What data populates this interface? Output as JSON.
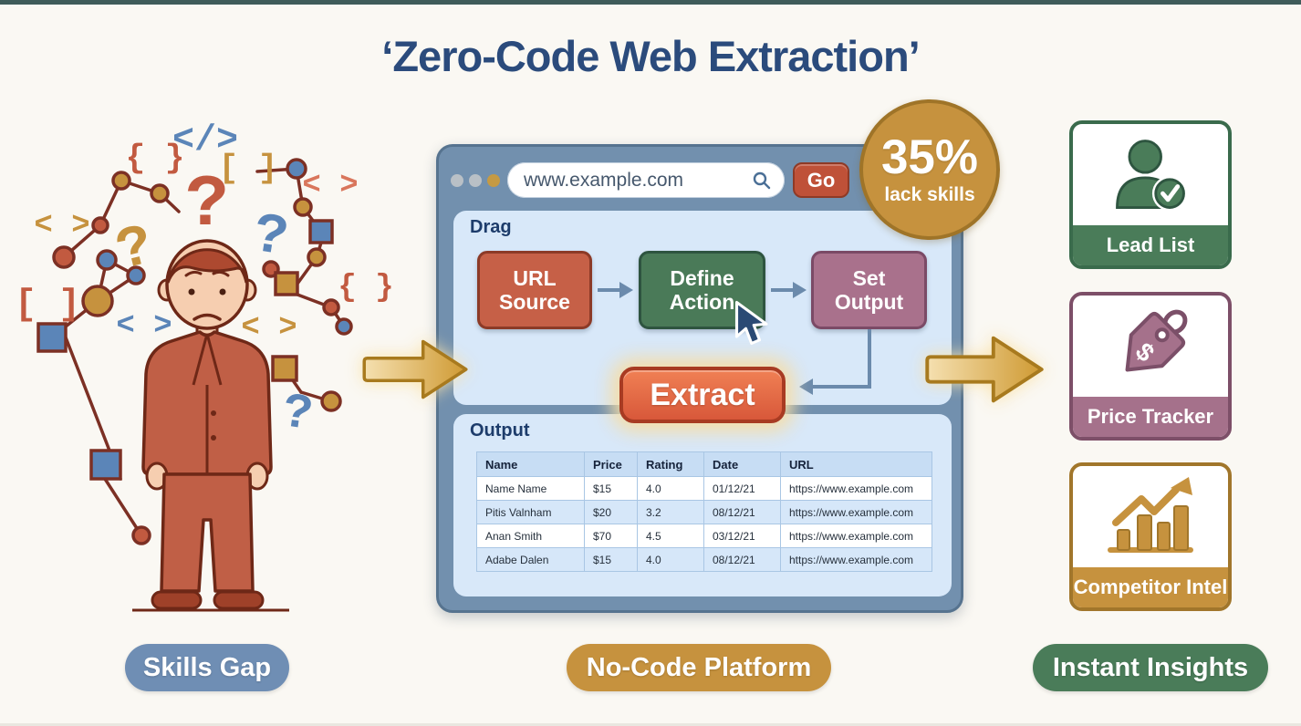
{
  "title": "‘Zero-Code Web Extraction’",
  "badge": {
    "value": "35%",
    "caption": "lack skills"
  },
  "browser": {
    "url": "www.example.com",
    "go_label": "Go",
    "drag_title": "Drag",
    "flow_steps": [
      "URL Source",
      "Define Action",
      "Set Output"
    ],
    "extract_label": "Extract",
    "output_title": "Output",
    "table": {
      "columns": [
        "Name",
        "Price",
        "Rating",
        "Date",
        "URL"
      ],
      "rows": [
        [
          "Name Name",
          "$15",
          "4.0",
          "01/12/21",
          "https://www.example.com"
        ],
        [
          "Pitis Valnham",
          "$20",
          "3.2",
          "08/12/21",
          "https://www.example.com"
        ],
        [
          "Anan Smith",
          "$70",
          "4.5",
          "03/12/21",
          "https://www.example.com"
        ],
        [
          "Adabe Dalen",
          "$15",
          "4.0",
          "08/12/21",
          "https://www.example.com"
        ]
      ]
    }
  },
  "stages": {
    "left": "Skills Gap",
    "middle": "No-Code Platform",
    "right": "Instant Insights"
  },
  "cards": [
    {
      "label": "Lead List",
      "icon": "person-check-icon"
    },
    {
      "label": "Price Tracker",
      "icon": "price-tag-icon",
      "symbol": "$"
    },
    {
      "label": "Competitor Intel",
      "icon": "bar-chart-trend-icon"
    }
  ],
  "illustration": {
    "symbols": [
      "{ }",
      "</>",
      "[ ]",
      "?",
      "?",
      "?",
      "< >",
      "< >",
      "{ }",
      "[ ]",
      "< >",
      "< >",
      "?"
    ]
  },
  "colors": {
    "gold": "#c6923e",
    "green": "#4a7c59",
    "red": "#c25a40",
    "steel_blue": "#6f8eb4",
    "mauve": "#a5718b",
    "title_blue": "#2b4b7c"
  }
}
